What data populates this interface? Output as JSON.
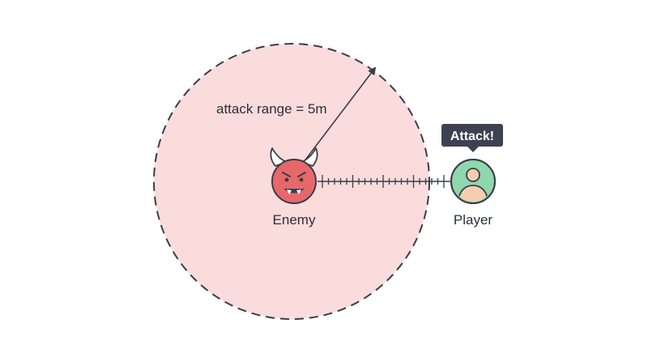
{
  "diagram": {
    "range_label": "attack range = 5m",
    "enemy_label": "Enemy",
    "player_label": "Player",
    "speech_bubble": "Attack!",
    "colors": {
      "range_fill": "#fbdcdc",
      "range_stroke": "#3a3d4a",
      "enemy_fill": "#e7686b",
      "player_fill": "#8fd7ad",
      "player_skin": "#f5cdb1",
      "bubble_fill": "#3d4152",
      "line": "#3a3d4a"
    },
    "icons": {
      "enemy": "devil-face-icon",
      "player": "person-avatar-icon"
    }
  }
}
